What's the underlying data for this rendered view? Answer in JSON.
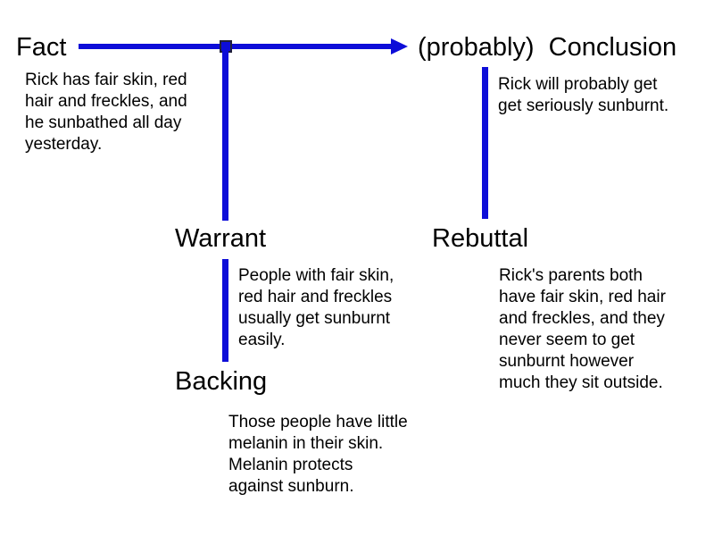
{
  "colors": {
    "connector": "#0d0dd8",
    "text": "#000000",
    "background": "#ffffff"
  },
  "diagram": {
    "type": "toulmin-argument-diagram",
    "fact": {
      "label": "Fact",
      "body": "Rick has fair skin, red\nhair and freckles, and\nhe sunbathed all day\nyesterday."
    },
    "conclusion": {
      "label": "(probably)  Conclusion",
      "body": "Rick will probably get\nget seriously sunburnt."
    },
    "warrant": {
      "label": "Warrant",
      "body": "People with fair skin,\nred hair and freckles\nusually get sunburnt\neasily."
    },
    "backing": {
      "label": "Backing",
      "body": "Those people have little\nmelanin in their skin.\nMelanin protects\nagainst sunburn."
    },
    "rebuttal": {
      "label": "Rebuttal",
      "body": "Rick's parents both\nhave fair skin, red hair\nand freckles, and they\nnever seem to get\nsunburnt however\nmuch they sit outside."
    }
  }
}
